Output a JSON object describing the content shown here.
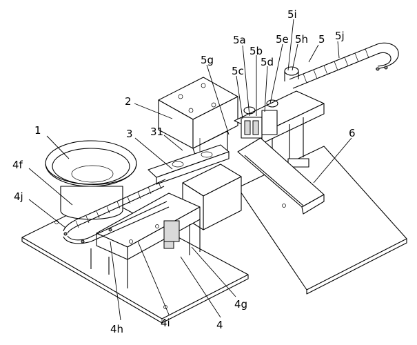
{
  "labels": {
    "l1": "1",
    "l2": "2",
    "l3": "3",
    "l31": "31",
    "l4": "4",
    "l4f": "4f",
    "l4j": "4j",
    "l4h": "4h",
    "l4i": "4i",
    "l4g": "4g",
    "l5": "5",
    "l5a": "5a",
    "l5b": "5b",
    "l5c": "5c",
    "l5d": "5d",
    "l5e": "5e",
    "l5g": "5g",
    "l5h": "5h",
    "l5i": "5i",
    "l5j": "5j",
    "l6": "6"
  }
}
